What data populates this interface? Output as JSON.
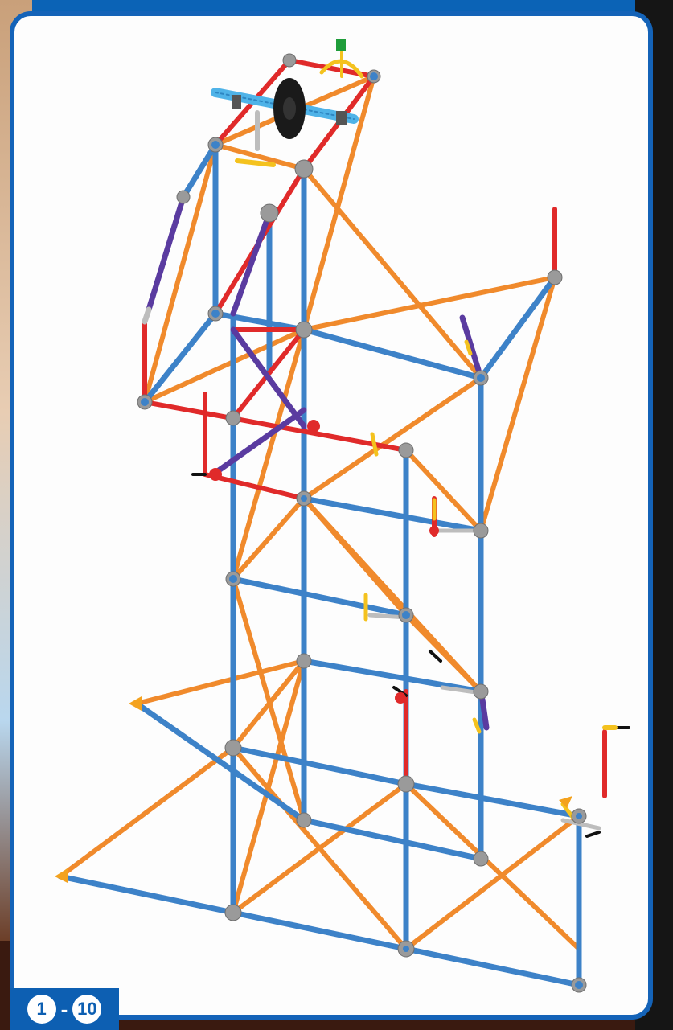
{
  "step_indicator": {
    "current": "1",
    "separator": "-",
    "total": "10"
  },
  "illustration": {
    "subject": "construction-toy-tower-model",
    "colors": {
      "blue_rod": "#3d82c8",
      "orange_rod": "#f08a2c",
      "red_rod": "#e02a2a",
      "purple_rod": "#5a3ba0",
      "gray_connector": "#9a9a9a",
      "yellow_connector": "#f4c21e",
      "black_wheel": "#1a1a1a",
      "light_blue_spacer": "#4fb3e8",
      "frame_border": "#1463b8"
    }
  }
}
